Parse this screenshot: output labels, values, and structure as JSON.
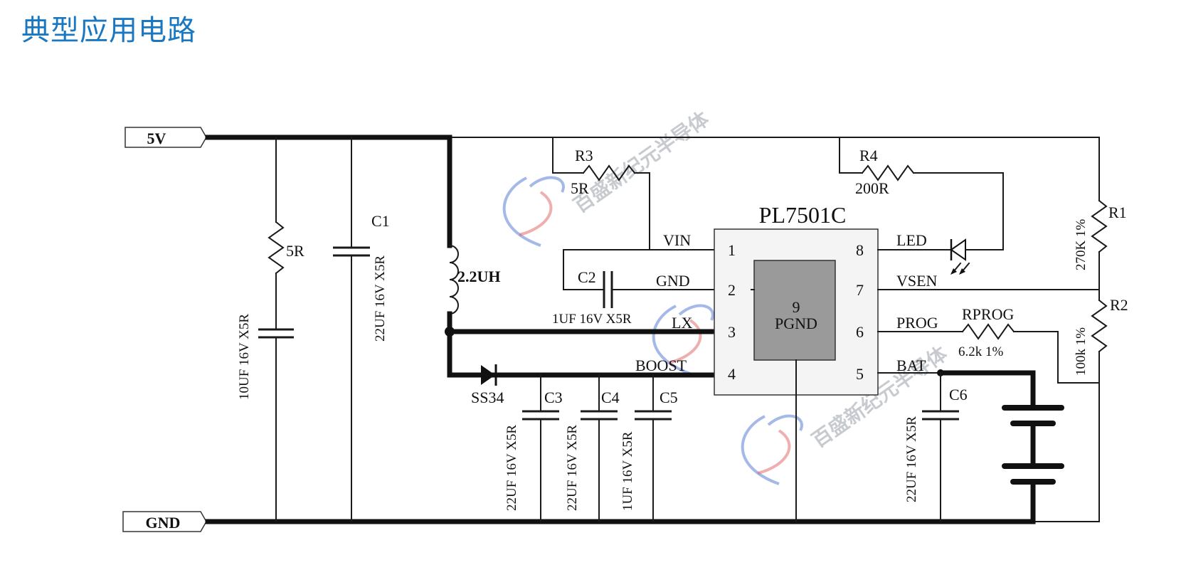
{
  "title": "典型应用电路",
  "chip": {
    "name": "PL7501C",
    "center_pin_number": "9",
    "center_pin_name": "PGND",
    "pins": [
      {
        "num": "1",
        "name": "VIN"
      },
      {
        "num": "2",
        "name": "GND"
      },
      {
        "num": "3",
        "name": "LX"
      },
      {
        "num": "4",
        "name": "BOOST"
      },
      {
        "num": "5",
        "name": "BAT"
      },
      {
        "num": "6",
        "name": "PROG"
      },
      {
        "num": "7",
        "name": "VSEN"
      },
      {
        "num": "8",
        "name": "LED"
      }
    ]
  },
  "ports": {
    "vin": "5V",
    "gnd": "GND"
  },
  "components": {
    "r_input": {
      "value": "5R"
    },
    "c_input": {
      "value": "10UF 16V X5R"
    },
    "c1": {
      "ref": "C1",
      "value": "22UF 16V X5R"
    },
    "l1": {
      "value": "2.2UH"
    },
    "r3": {
      "ref": "R3",
      "value": "5R"
    },
    "c2": {
      "ref": "C2",
      "value": "1UF 16V X5R"
    },
    "r4": {
      "ref": "R4",
      "value": "200R"
    },
    "d1": {
      "ref": "SS34"
    },
    "c3": {
      "ref": "C3",
      "value": "22UF 16V X5R"
    },
    "c4": {
      "ref": "C4",
      "value": "22UF 16V X5R"
    },
    "c5": {
      "ref": "C5",
      "value": "1UF 16V X5R"
    },
    "rprog": {
      "ref": "RPROG",
      "value": "6.2k 1%"
    },
    "c6": {
      "ref": "C6",
      "value": "22UF 16V X5R"
    },
    "r1": {
      "ref": "R1",
      "value": "270K 1%"
    },
    "r2": {
      "ref": "R2",
      "value": "100k 1%"
    }
  },
  "watermark": "百盛新纪元半导体",
  "colors": {
    "title": "#1a78c2",
    "chip_body": "#f4f4f4",
    "pgnd_pad": "#9a9a9a",
    "wire": "#111111"
  }
}
